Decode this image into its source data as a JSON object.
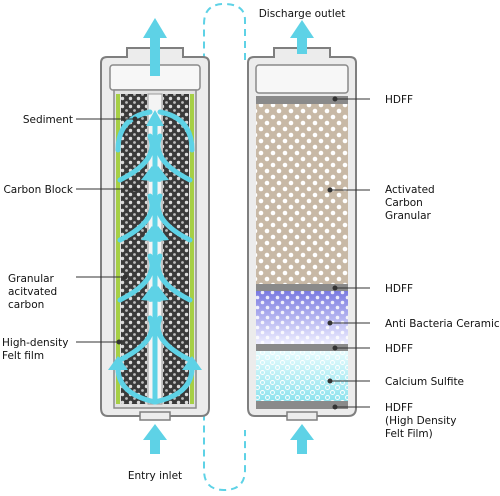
{
  "labels": {
    "discharge": "Discharge outlet",
    "entry": "Entry inlet",
    "sediment": "Sediment",
    "carbon_block": "Carbon Block",
    "granular_1": "Granular",
    "granular_2": "acitvated",
    "granular_3": "carbon",
    "felt_1": "High-density",
    "felt_2": "Felt film",
    "hdff_top": "HDFF",
    "activated_1": "Activated",
    "activated_2": "Carbon",
    "activated_3": "Granular",
    "hdff_mid1": "HDFF",
    "anti_bacteria": "Anti Bacteria Ceramic",
    "hdff_mid2": "HDFF",
    "calcium": "Calcium Sulfite",
    "hdff_bottom_1": "HDFF",
    "hdff_bottom_2": "(High Density",
    "hdff_bottom_3": "Felt Film)"
  },
  "colors": {
    "water_arrow": "#5ed2e6",
    "housing": "#7f7f7f",
    "felt_green": "#a6cf45",
    "carbon_dark": "#3a3a3a",
    "activated_bg": "#c8b9a6",
    "hdff_band": "#8a8a8a",
    "ceramic_blue": "#8c8ce6",
    "calcium_cyan": "#9fe8f0"
  }
}
